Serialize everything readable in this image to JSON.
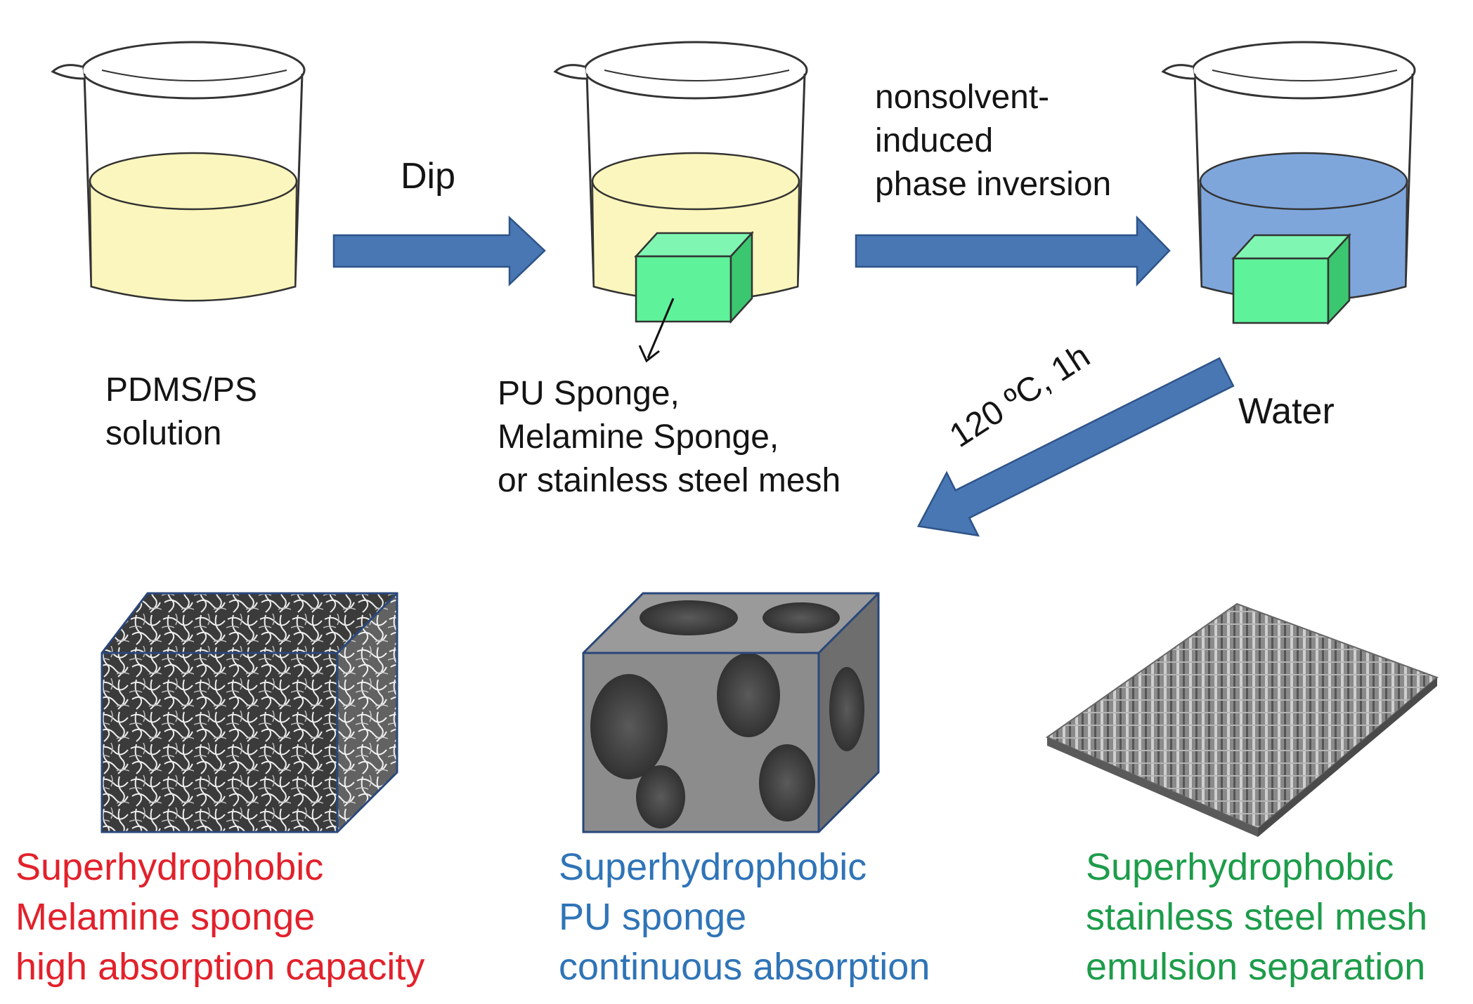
{
  "colors": {
    "solution": "#fbf6bd",
    "water": "#7fa6db",
    "sponge": "#5ef29a",
    "arrow": "#4877b4",
    "melamine_text": "#e2212b",
    "pu_text": "#2f74b7",
    "mesh_text": "#1d9c4a"
  },
  "steps": {
    "beaker1_label": [
      "PDMS/PS",
      "solution"
    ],
    "arrow1_label": "Dip",
    "beaker2_label": [
      "PU Sponge,",
      "Melamine Sponge,",
      "or stainless steel mesh"
    ],
    "arrow2_label": [
      "nonsolvent-",
      "induced",
      "phase inversion"
    ],
    "beaker3_label": "Water",
    "arrow3_label": "120 ºC, 1h"
  },
  "products": {
    "melamine": [
      "Superhydrophobic",
      "Melamine sponge",
      "high absorption capacity"
    ],
    "pu": [
      "Superhydrophobic",
      "PU sponge",
      "continuous absorption"
    ],
    "mesh": [
      "Superhydrophobic",
      "stainless steel mesh",
      "emulsion separation"
    ]
  },
  "icons": [
    "beaker-icon",
    "cube-sponge-icon",
    "arrow-right-icon",
    "arrow-diagonal-icon",
    "sem-cube-icon",
    "steel-mesh-icon"
  ]
}
